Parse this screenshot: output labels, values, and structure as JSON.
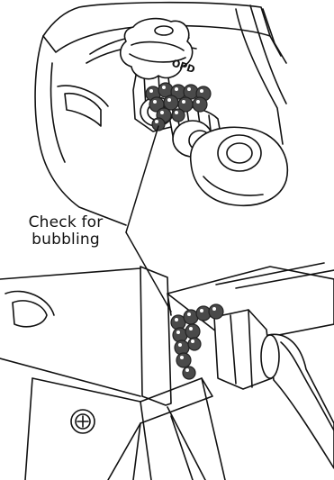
{
  "diagram": {
    "valve_label": "OPD",
    "callout": {
      "line1": "Check for",
      "line2": "bubbling"
    }
  },
  "colors": {
    "ink": "#111111",
    "bubble_fill": "#4a4a4a",
    "bubble_highlight": "#ffffff",
    "paper": "#ffffff"
  }
}
